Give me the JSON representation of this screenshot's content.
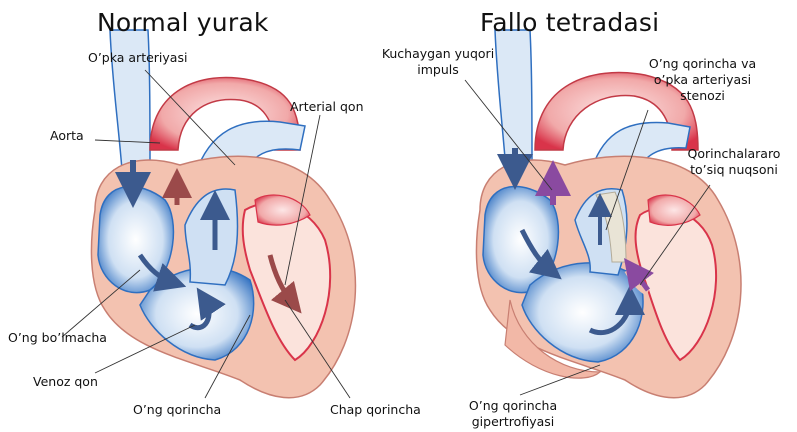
{
  "titles": {
    "normal": "Normal yurak",
    "fallot": "Fallo tetradasi"
  },
  "labels": {
    "pulmonary_artery": "O’pka arteriyasi",
    "arterial_blood": "Arterial qon",
    "aorta": "Aorta",
    "right_atrium": "O’ng bo’lmacha",
    "venous_blood": "Venoz qon",
    "right_ventricle": "O’ng qorincha",
    "left_ventricle": "Chap qorincha",
    "overriding_aorta_l1": "Kuchaygan yuqori",
    "overriding_aorta_l2": "impuls",
    "stenosis_l1": "O’ng qorincha va",
    "stenosis_l2": "o’pka arteriyasi",
    "stenosis_l3": "stenozi",
    "vsd_l1": "Qorinchalararo",
    "vsd_l2": "to’siq nuqsoni",
    "rvh_l1": "O’ng qorincha",
    "rvh_l2": "gipertrofiyasi"
  },
  "colors": {
    "oxygenated": "#d9344a",
    "deoxygenated": "#2f6fc0",
    "myocardium": "#f3c2b0",
    "venous_arrow": "#3c5a8e",
    "arterial_arrow": "#9b4a4a",
    "mixed_arrow": "#8a4aa0"
  }
}
